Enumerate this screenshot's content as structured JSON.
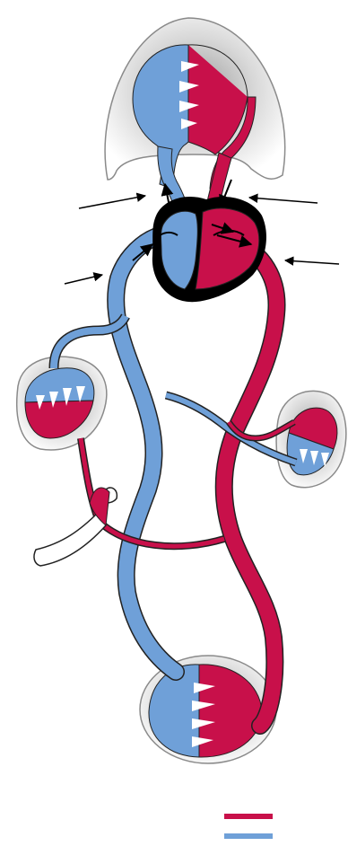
{
  "diagram": {
    "subject": "circulatory-system-double-circulation",
    "colors": {
      "oxygenated": "#c8104a",
      "deoxygenated": "#6fa0d8",
      "heart_wall": "#000000",
      "organ_outline": "#8a8a8a",
      "organ_shadow": "#d0d0d0",
      "capillary_marks": "#ffffff",
      "arrows": "#000000"
    },
    "legend": [
      {
        "color": "#c8104a",
        "label": ""
      },
      {
        "color": "#6fa0d8",
        "label": ""
      }
    ],
    "icons": [
      "lung-capillary-bed",
      "heart",
      "organ-capillary-bed",
      "body-capillary-bed",
      "arrow"
    ]
  }
}
